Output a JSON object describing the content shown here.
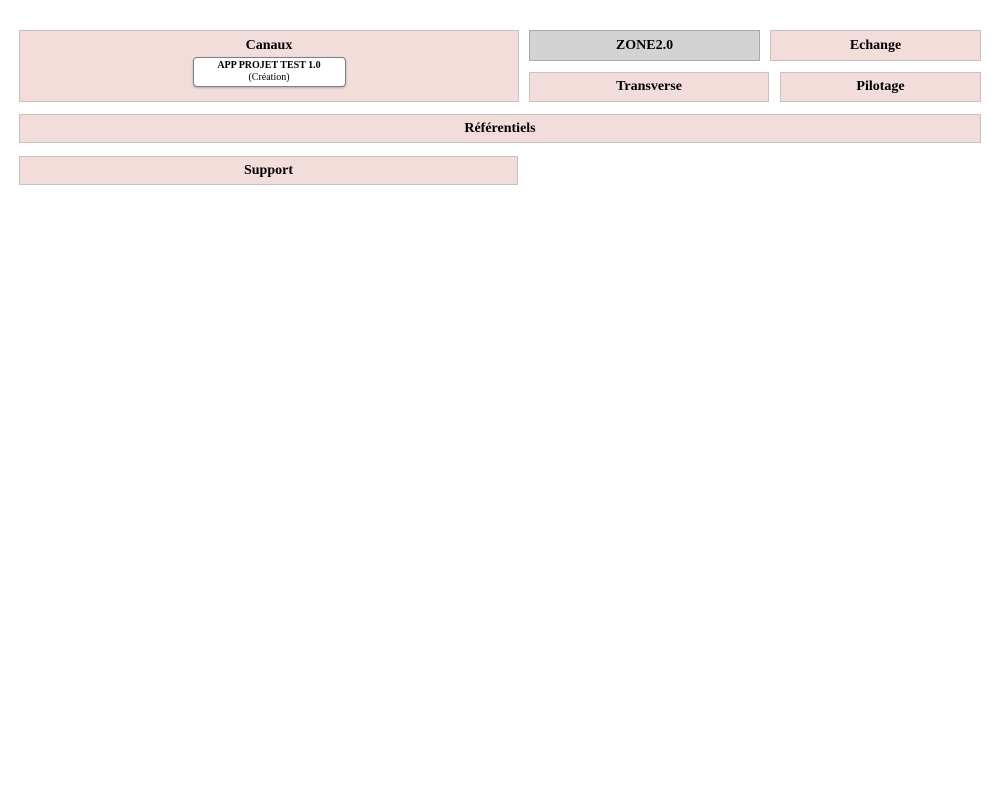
{
  "zones": {
    "canaux": {
      "label": "Canaux"
    },
    "zone2": {
      "label": "ZONE2.0"
    },
    "echange": {
      "label": "Echange"
    },
    "transverse": {
      "label": "Transverse"
    },
    "pilotage": {
      "label": "Pilotage"
    },
    "referentiels": {
      "label": "Référentiels"
    },
    "support": {
      "label": "Support"
    }
  },
  "app": {
    "name": "APP PROJET TEST 1.0",
    "status": "(Création)"
  },
  "colors": {
    "zone_pink": "#f2dddb",
    "zone_pink_border": "#c9c0c0",
    "zone_gray": "#d3d3d3",
    "zone_gray_border": "#a9a9a9",
    "app_bg": "#ffffff",
    "app_border": "#7f7f7f",
    "text": "#000000"
  }
}
